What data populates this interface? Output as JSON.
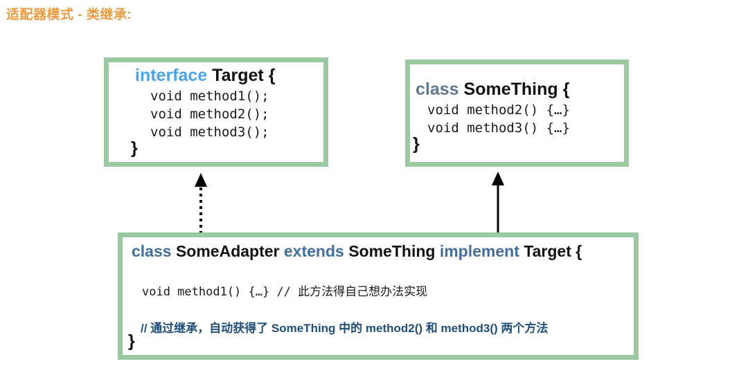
{
  "title": "适配器模式 - 类继承:",
  "colors": {
    "title": "#ED9A3E",
    "box_border": "#9AC99F",
    "keyword_interface": "#46A3EE",
    "keyword_class_slate": "#5E7791",
    "keyword_blue": "#3F6F9F",
    "comment_navy": "#1F4E79",
    "identifier": "#111111",
    "background": "#FFFFFF"
  },
  "boxes": {
    "target": {
      "header": {
        "keyword": "interface",
        "name": "Target",
        "brace": "{"
      },
      "members": [
        "void method1();",
        "void method2();",
        "void method3();"
      ],
      "close_brace": "}"
    },
    "something": {
      "header": {
        "keyword": "class",
        "name": "SomeThing",
        "brace": "{"
      },
      "members": [
        "void method2() {…}",
        "void method3() {…}"
      ],
      "close_brace": "}"
    },
    "adapter": {
      "header": {
        "keyword1": "class",
        "name1": "SomeAdapter",
        "keyword2": "extends",
        "name2": "SomeThing",
        "keyword3": "implement",
        "name3": "Target",
        "brace": "{"
      },
      "method_line": "void method1() {…} // 此方法得自己想办法实现",
      "comment_line": "// 通过继承，自动获得了 SomeThing 中的 method2() 和 method3() 两个方法",
      "close_brace": "}"
    }
  },
  "arrows": [
    {
      "name": "implements-arrow",
      "style": "dotted",
      "from": "SomeAdapter",
      "to": "Target",
      "direction": "up"
    },
    {
      "name": "extends-arrow",
      "style": "solid",
      "from": "SomeAdapter",
      "to": "SomeThing",
      "direction": "up"
    }
  ]
}
